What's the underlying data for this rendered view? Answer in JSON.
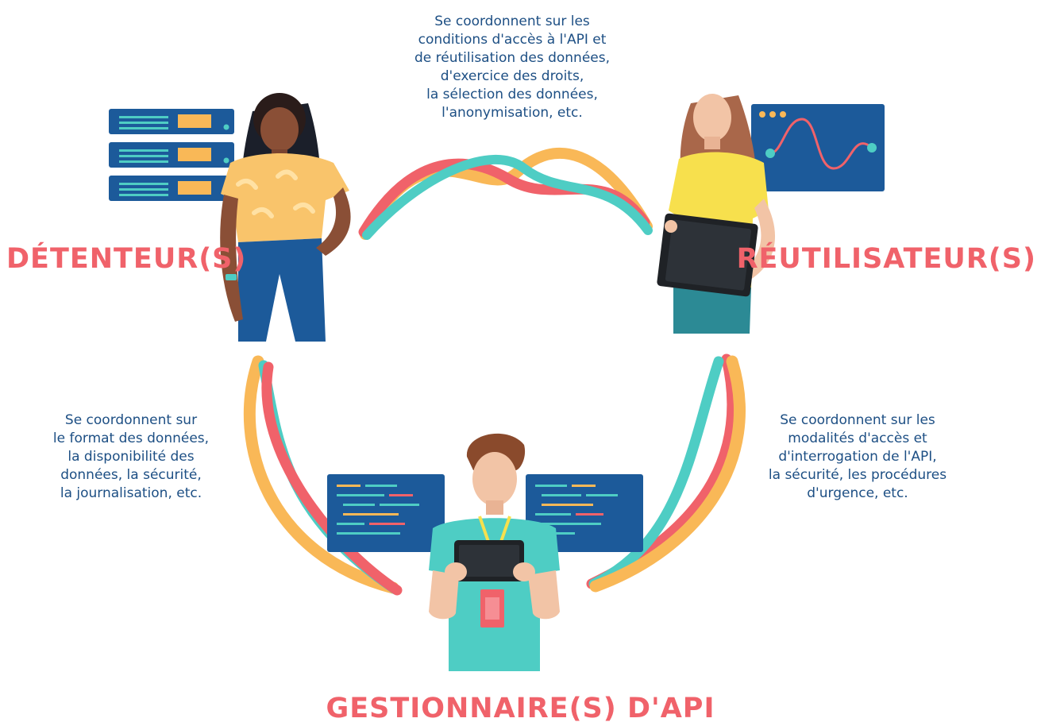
{
  "roles": {
    "holder": "DÉTENTEUR(S)",
    "reuser": "RÉUTILISATEUR(S)",
    "api_manager": "GESTIONNAIRE(S) D'API"
  },
  "links": {
    "holder_reuser": "Se coordonnent sur les\nconditions d'accès à l'API et\nde réutilisation des données,\nd'exercice des droits,\nla sélection des données,\nl'anonymisation, etc.",
    "holder_manager": "Se coordonnent sur\nle format des données,\nla disponibilité des\ndonnées, la sécurité,\nla journalisation, etc.",
    "reuser_manager": "Se coordonnent sur les\nmodalités d'accès et\nd'interrogation de l'API,\nla sécurité, les procédures\nd'urgence, etc."
  },
  "colors": {
    "role_label": "#f0626a",
    "description": "#1d4f84",
    "ribbon_red": "#f0626a",
    "ribbon_teal": "#4ecdc4",
    "ribbon_orange": "#f9b857",
    "panel_blue": "#1c5a9a"
  },
  "icons": {
    "holder_device": "server-rack-icon",
    "reuser_device": "chart-window-icon",
    "manager_device": "code-window-icon"
  }
}
